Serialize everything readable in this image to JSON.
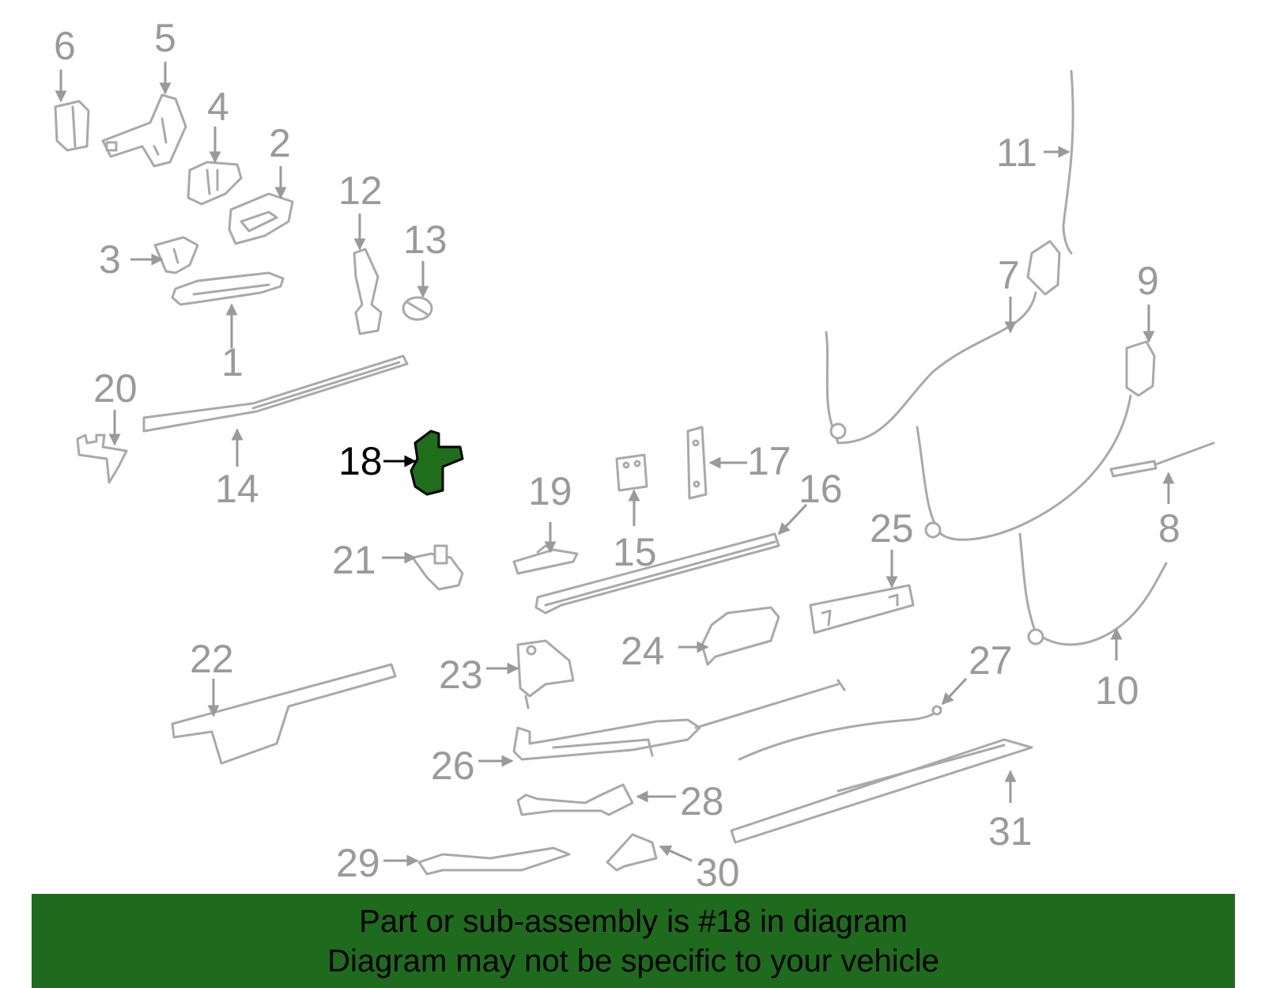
{
  "highlight": {
    "part_number": "18",
    "color": "#1e6b1e"
  },
  "callouts": [
    "1",
    "2",
    "3",
    "4",
    "5",
    "6",
    "7",
    "8",
    "9",
    "10",
    "11",
    "12",
    "13",
    "14",
    "15",
    "16",
    "17",
    "18",
    "19",
    "20",
    "21",
    "22",
    "23",
    "24",
    "25",
    "26",
    "27",
    "28",
    "29",
    "30",
    "31"
  ],
  "banner": {
    "line1": "Part or sub-assembly is #18 in diagram",
    "line2": "Diagram may not be specific to your vehicle",
    "background": "#1e6b1e"
  }
}
